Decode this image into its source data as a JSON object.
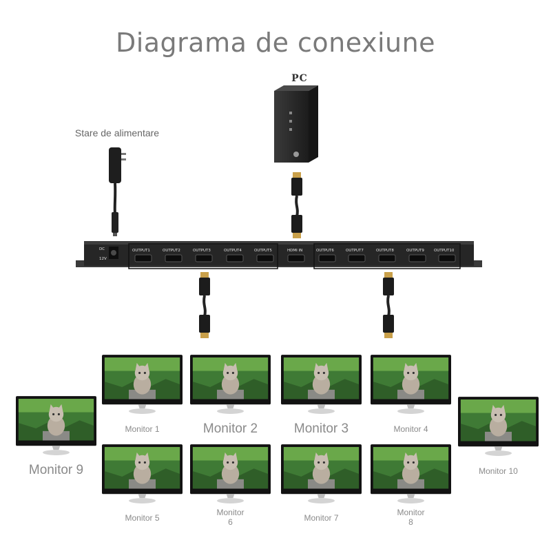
{
  "title": "Diagrama de conexiune",
  "pc_label": "PC",
  "power_label": "Stare de alimentare",
  "device": {
    "dc_label_1": "DC",
    "dc_label_2": "12V",
    "outputs_left": [
      "OUTPUT1",
      "OUTPUT2",
      "OUTPUT3",
      "OUTPUT4",
      "OUTPUT5"
    ],
    "input": "HDMI IN",
    "outputs_right": [
      "OUTPUT6",
      "OUTPUT7",
      "OUTPUT8",
      "OUTPUT9",
      "OUTPUT10"
    ]
  },
  "monitors": [
    {
      "label": "Monitor 1"
    },
    {
      "label": "Monitor 2"
    },
    {
      "label": "Monitor 3"
    },
    {
      "label": "Monitor 4"
    },
    {
      "label": "Monitor 5"
    },
    {
      "label": "Monitor"
    },
    {
      "label": "6"
    },
    {
      "label": "Monitor 7"
    },
    {
      "label": "Monitor"
    },
    {
      "label": "8"
    },
    {
      "label": "Monitor 9"
    },
    {
      "label": "Monitor 10"
    }
  ]
}
